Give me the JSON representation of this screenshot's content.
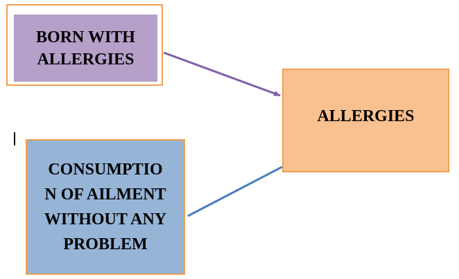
{
  "nodes": {
    "born_with_allergies": "BORN WITH\nALLERGIES",
    "allergies": "ALLERGIES",
    "consumption": "CONSUMPTIO\nN OF AILMENT\nWITHOUT ANY\nPROBLEM"
  },
  "colors": {
    "box_border": "#f0a050",
    "born_fill": "#b4a0c8",
    "allergies_fill": "#f9c090",
    "consumption_fill": "#96b4d6",
    "arrow_purple": "#8060a8",
    "line_blue": "#4a7ebb"
  },
  "edges": [
    {
      "from": "born_with_allergies",
      "to": "allergies",
      "style": "arrow"
    },
    {
      "from": "consumption",
      "to": "allergies",
      "style": "line"
    }
  ]
}
